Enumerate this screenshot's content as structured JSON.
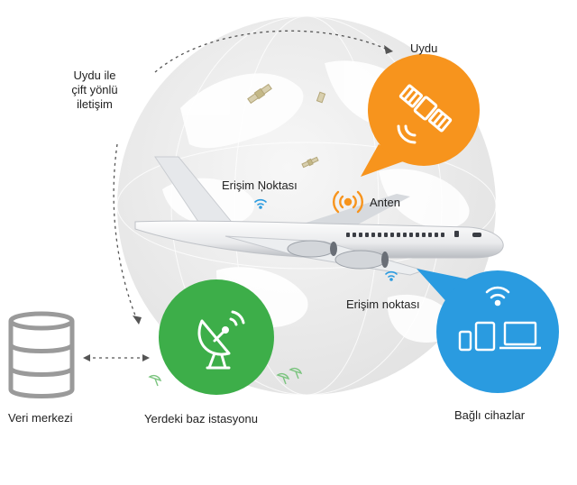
{
  "labels": {
    "satellite": "Uydu",
    "two_way_line1": "Uydu ile",
    "two_way_line2": "çift yönlü",
    "two_way_line3": "iletişim",
    "access_point_top": "Erişim Ņoktası",
    "antenna": "Anten",
    "access_point_bottom": "Erişim noktası",
    "data_center": "Veri merkezi",
    "ground_station": "Yerdeki baz istasyonu",
    "connected_devices": "Bağlı cihazlar"
  },
  "icons": {
    "satellite": "satellite-icon",
    "antenna": "antenna-icon",
    "wifi": "wifi-icon",
    "dish": "satellite-dish-icon",
    "database": "database-icon",
    "phone": "phone-icon",
    "tablet": "tablet-icon",
    "laptop": "laptop-icon",
    "airplane": "airplane-icon",
    "globe": "globe-icon"
  },
  "colors": {
    "satellite_bubble": "#F7941D",
    "ground_bubble": "#3DAE49",
    "devices_bubble": "#2A9BE0",
    "wifi_small": "#2A9BE0",
    "antenna": "#F7941D",
    "globe": "#EDEDED",
    "database": "#9A9A9A"
  }
}
